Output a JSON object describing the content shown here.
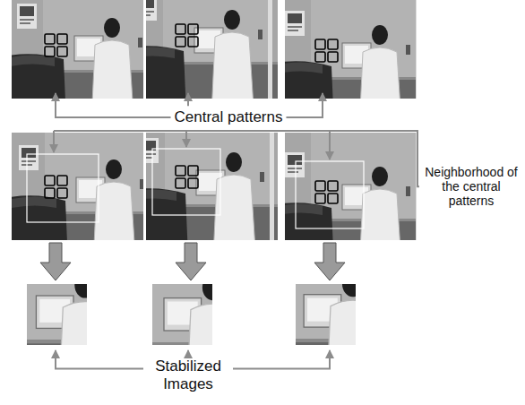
{
  "diagram": {
    "labels": [
      "Central patterns",
      "Neighborhood of the central patterns",
      "Stabilized Images"
    ]
  }
}
